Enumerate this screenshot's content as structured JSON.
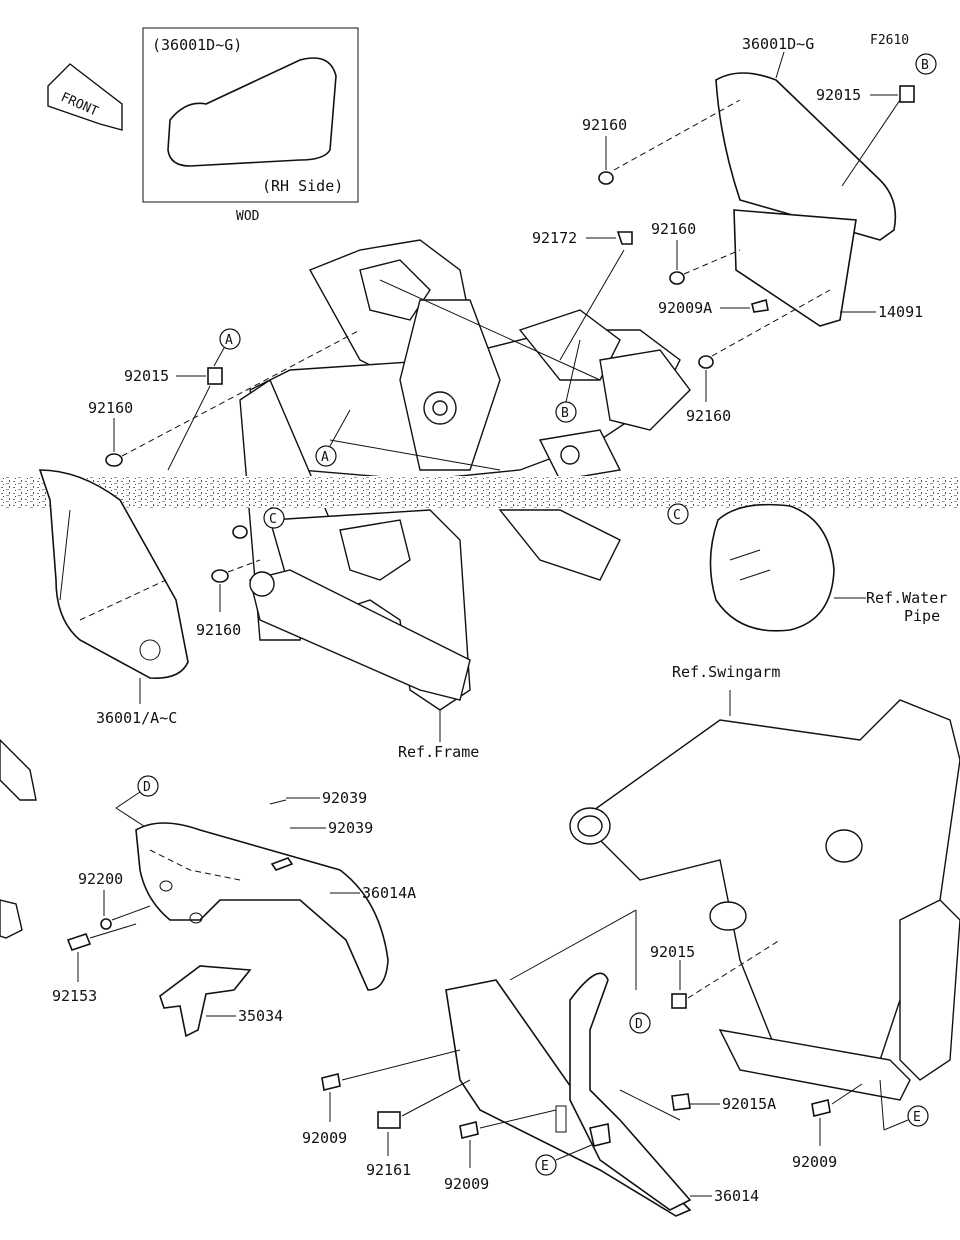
{
  "diagram_code": "F2610",
  "front_badge": "FRONT",
  "inset": {
    "title": "(36001D~G)",
    "side_note": "(RH Side)",
    "caption": "WOD"
  },
  "parts": {
    "p36001DG": "36001D~G",
    "p92015_top": "92015",
    "p92160_top": "92160",
    "p92172": "92172",
    "p92160_mid": "92160",
    "p92009A": "92009A",
    "p14091": "14091",
    "p92160_right": "92160",
    "p92015_left": "92015",
    "p92160_left": "92160",
    "p92160_lower": "92160",
    "p36001AC": "36001/A~C",
    "p92039_a": "92039",
    "p92039_b": "92039",
    "p92200": "92200",
    "p36014A": "36014A",
    "p92153": "92153",
    "p35034": "35034",
    "p92015_low": "92015",
    "p92015A": "92015A",
    "p92009_a": "92009",
    "p92161": "92161",
    "p92009_b": "92009",
    "p92009_c": "92009",
    "p36014": "36014"
  },
  "refs": {
    "frame": "Ref.Frame",
    "swingarm": "Ref.Swingarm",
    "water_pipe_1": "Ref.Water",
    "water_pipe_2": "Pipe"
  },
  "callouts": {
    "A": "A",
    "B": "B",
    "C": "C",
    "D": "D",
    "E": "E"
  }
}
